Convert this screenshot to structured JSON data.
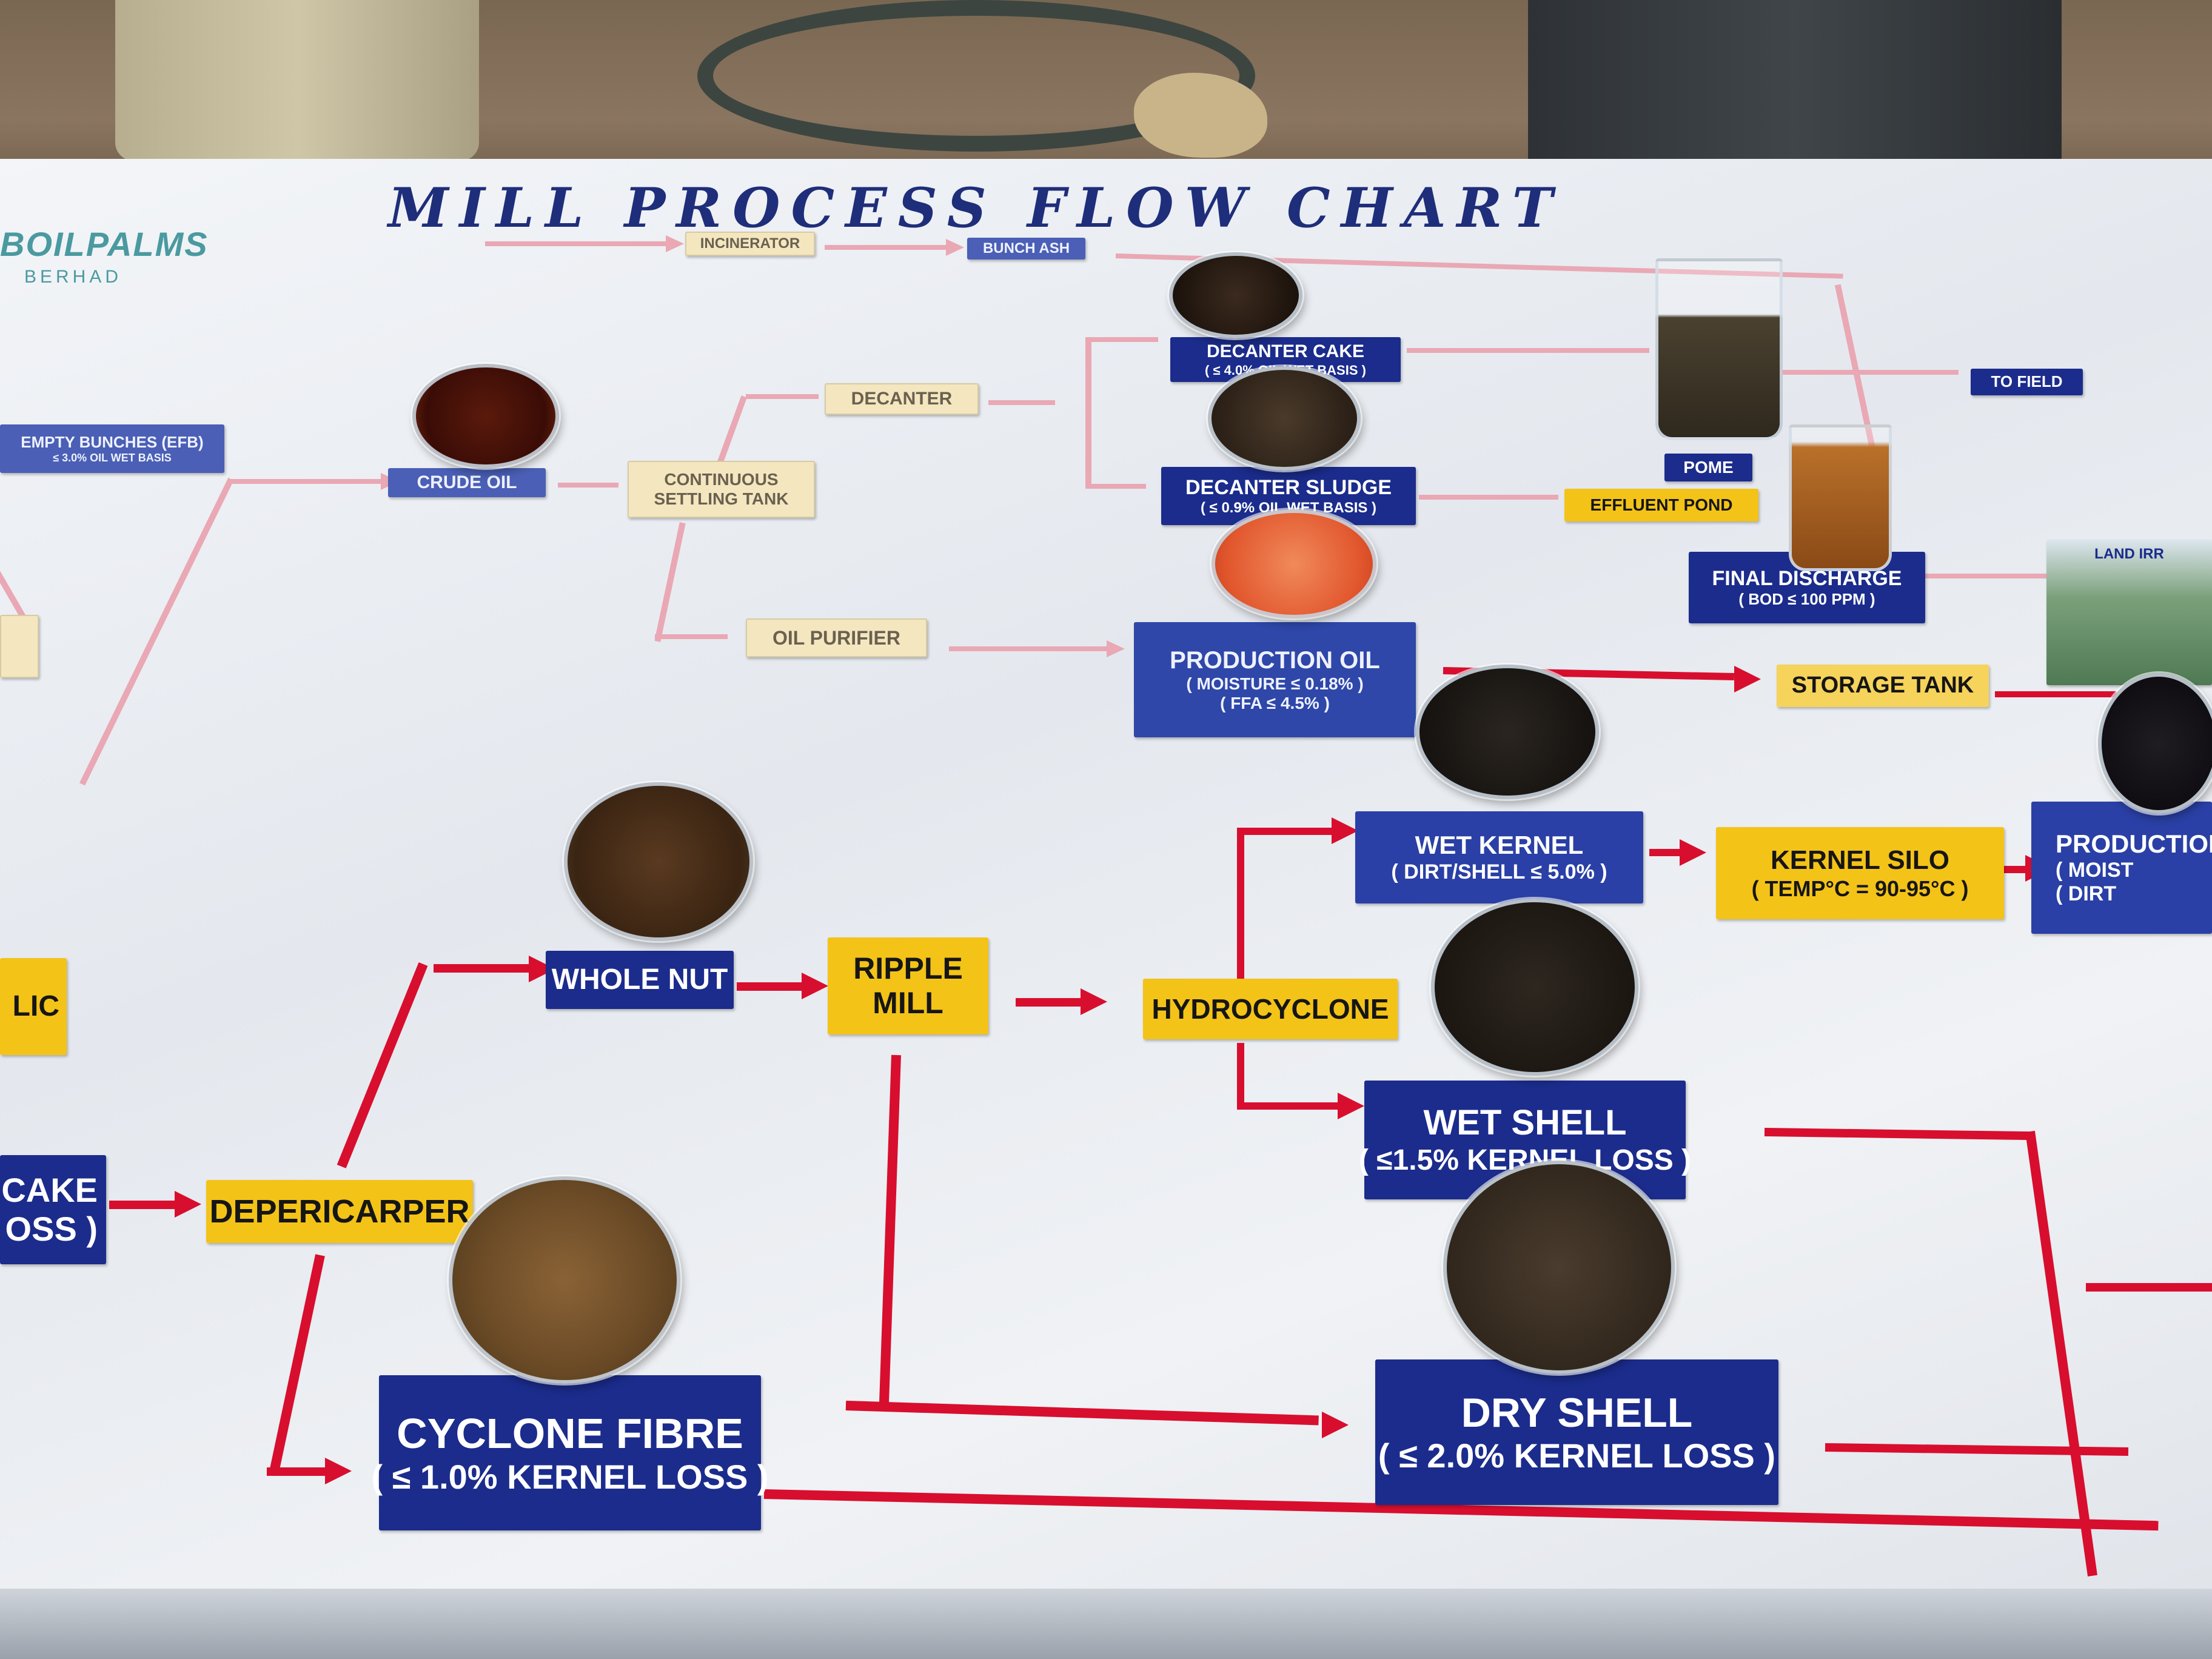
{
  "board": {
    "title": "MILL PROCESS FLOW CHART",
    "logo": "BOILPALMS",
    "logo_sub": "BERHAD"
  },
  "labels": {
    "incinerator": "INCINERATOR",
    "bunch_ash": "BUNCH ASH",
    "empty_bunches": "EMPTY BUNCHES (EFB)",
    "empty_bunches_sub": "≤ 3.0% OIL WET BASIS",
    "crude_oil": "CRUDE OIL",
    "cst": "CONTINUOUS SETTLING TANK",
    "decanter": "DECANTER",
    "oil_purifier": "OIL PURIFIER",
    "decanter_cake": "DECANTER CAKE",
    "decanter_cake_sub": "( ≤ 4.0% OIL WET BASIS )",
    "decanter_sludge": "DECANTER SLUDGE",
    "decanter_sludge_sub": "( ≤ 0.9% OIL WET BASIS )",
    "to_field": "TO FIELD",
    "pome": "POME",
    "effluent_pond": "EFFLUENT POND",
    "final_discharge": "FINAL DISCHARGE",
    "final_discharge_sub": "( BOD ≤ 100 PPM )",
    "land_irrigation": "LAND IRR",
    "production_oil": "PRODUCTION OIL",
    "production_oil_sub1": "( MOISTURE ≤ 0.18% )",
    "production_oil_sub2": "( FFA ≤ 4.5% )",
    "storage_tank": "STORAGE TANK",
    "wet_kernel": "WET KERNEL",
    "wet_kernel_sub": "( DIRT/SHELL ≤ 5.0% )",
    "kernel_silo": "KERNEL SILO",
    "kernel_silo_sub": "( TEMP°C = 90-95°C )",
    "production_kernel": "PRODUCTION",
    "production_kernel_sub1": "( MOIST",
    "production_kernel_sub2": "( DIRT",
    "whole_nut": "WHOLE NUT",
    "ripple_mill_1": "RIPPLE",
    "ripple_mill_2": "MILL",
    "hydrocyclone": "HYDROCYCLONE",
    "wet_shell": "WET SHELL",
    "wet_shell_sub": "( ≤1.5% KERNEL LOSS )",
    "dry_shell": "DRY SHELL",
    "dry_shell_sub": "( ≤ 2.0% KERNEL LOSS )",
    "depericarper": "DEPERICARPER",
    "cyclone_fibre": "CYCLONE FIBRE",
    "cyclone_fibre_sub": "( ≤ 1.0% KERNEL LOSS )",
    "press_cake_1": "CAKE",
    "press_cake_2": "OSS )",
    "left_partial": "LIC"
  },
  "colors": {
    "box_blue": "#1b2c8c",
    "box_yellow": "#f3c318",
    "flow_line": "#d80e2e",
    "board": "#eef1f5"
  }
}
